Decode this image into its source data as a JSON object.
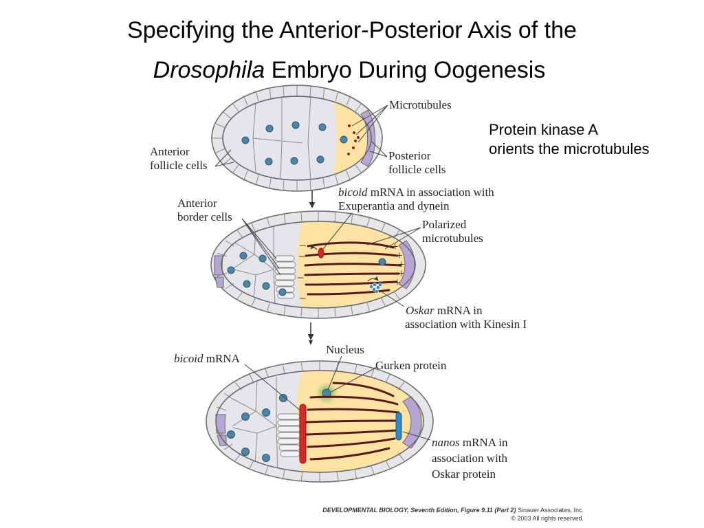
{
  "title": {
    "line1": "Specifying the Anterior-Posterior Axis of the",
    "line2_italic": "Drosophila",
    "line2_rest": " Embryo During Oogenesis"
  },
  "side_note": {
    "line1": "Protein kinase A",
    "line2": "orients the microtubules"
  },
  "panel1": {
    "microtubules": "Microtubules",
    "anterior_follicle_1": "Anterior",
    "anterior_follicle_2": "follicle cells",
    "posterior_follicle_1": "Posterior",
    "posterior_follicle_2": "follicle cells"
  },
  "panel2": {
    "bicoid_italic": "bicoid",
    "bicoid_rest": " mRNA in association with",
    "bicoid_line2": "Exuperantia and dynein",
    "border_1": "Anterior",
    "border_2": "border cells",
    "polarized_1": "Polarized",
    "polarized_2": "microtubules",
    "oskar_italic": "Oskar",
    "oskar_rest": " mRNA in",
    "oskar_line2": "association with Kinesin I",
    "minus": "–",
    "plus": "+"
  },
  "panel3": {
    "bicoid_italic": "bicoid",
    "bicoid_rest": " mRNA",
    "nucleus": "Nucleus",
    "gurken": "Gurken protein",
    "nanos_italic": "nanos",
    "nanos_rest": " mRNA in",
    "nanos_line2": "association with",
    "nanos_line3": "Oskar protein"
  },
  "credit": {
    "bold": "DEVELOPMENTAL BIOLOGY, Seventh Edition, Figure 9.11 (Part 2)",
    "rest": "  Sinauer Associates, Inc.",
    "line2": "© 2003 All rights reserved."
  },
  "colors": {
    "follicle": "#e6e6ea",
    "oocyte": "#fde3a3",
    "posterior_follicle": "#b7a6d4",
    "microtubule": "#5a1717",
    "bicoid": "#d62a2a",
    "oskar": "#2f88c8",
    "nucleus": "#4a86a8",
    "gurken": "#58b34a"
  }
}
